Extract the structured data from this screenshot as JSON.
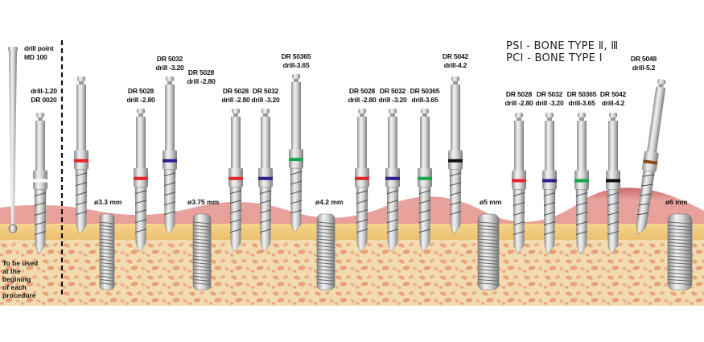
{
  "title": {
    "line1": "PSI - BONE TYPE Ⅱ, Ⅲ",
    "line2": "PCI - BONE TYPE Ⅰ"
  },
  "intro": {
    "drill_point": {
      "line1": "drill point",
      "line2": "MD 100"
    },
    "pilot_drill": {
      "line1": "drill-1.20",
      "line2": "DR 0020",
      "ring_color": "#ffffff"
    },
    "note": [
      "To be used",
      "at the",
      "begining",
      "of each",
      "procedure"
    ]
  },
  "groups": [
    {
      "implant_label": "ø3.3 mm",
      "drills": [
        {
          "code": "",
          "size": "",
          "ring_color": "#e8242b"
        },
        {
          "code": "DR 5028",
          "size": "drill -2.80",
          "ring_color": "#e8242b"
        },
        {
          "code": "DR 5032",
          "size": "drill -3.20",
          "ring_color": "#2a1f8c"
        }
      ]
    },
    {
      "implant_label": "ø3.75 mm",
      "header": {
        "code": "DR 5028",
        "size": "drill -2.80"
      },
      "drills": [
        {
          "code": "DR 5028",
          "size": "drill -2.80",
          "ring_color": "#e8242b"
        },
        {
          "code": "DR 5032",
          "size": "drill -3.20",
          "ring_color": "#2a1f8c"
        },
        {
          "code": "DR 50365",
          "size": "drill-3.65",
          "ring_color": "#13a84a"
        }
      ]
    },
    {
      "implant_label": "ø4.2 mm",
      "drills": [
        {
          "code": "DR 5028",
          "size": "drill -2.80",
          "ring_color": "#e8242b"
        },
        {
          "code": "DR 5032",
          "size": "drill -3.20",
          "ring_color": "#2a1f8c"
        },
        {
          "code": "DR 50365",
          "size": "drill-3.65",
          "ring_color": "#13a84a"
        },
        {
          "code": "DR 5042",
          "size": "drill-4.2",
          "ring_color": "#111111"
        }
      ]
    },
    {
      "implant_label": "ø5 mm",
      "drills": [
        {
          "code": "DR 5028",
          "size": "drill -2.80",
          "ring_color": "#e8242b"
        },
        {
          "code": "DR 5032",
          "size": "drill -3.20",
          "ring_color": "#2a1f8c"
        },
        {
          "code": "DR 50365",
          "size": "drill-3.65",
          "ring_color": "#13a84a"
        },
        {
          "code": "DR 5042",
          "size": "drill-4.2",
          "ring_color": "#111111"
        },
        {
          "code": "DR 5048",
          "size": "drill-5.2",
          "ring_color": "#8a4a1f"
        }
      ]
    },
    {
      "implant_label": "ø6 mm",
      "drills": []
    }
  ],
  "colors": {
    "gum": "#e8a3a0",
    "gum_edge": "#c86a6a",
    "cortical": "#f0c979",
    "bone": "#f2d7a8",
    "trabecula": "#e8a77a",
    "metal_light": "#e6e6e6",
    "metal_dark": "#8f8f8f"
  }
}
